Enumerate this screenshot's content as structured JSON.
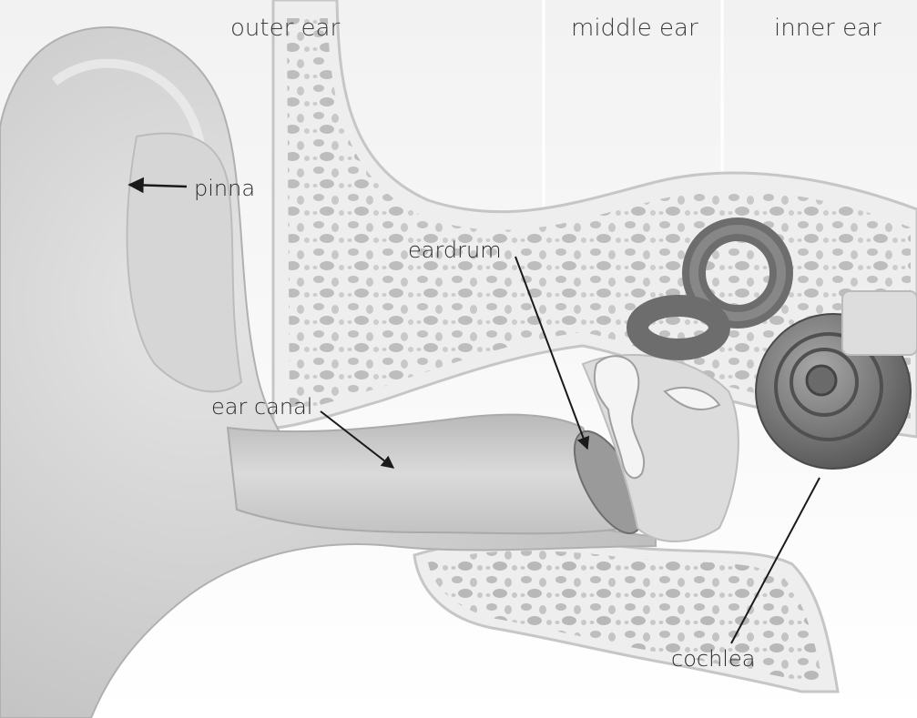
{
  "regions": {
    "outer": "outer ear",
    "middle": "middle ear",
    "inner": "inner ear"
  },
  "parts": {
    "pinna": "pinna",
    "eardrum": "eardrum",
    "ear_canal": "ear canal",
    "cochlea": "cochlea"
  },
  "colors": {
    "skin": "#cfcfcf",
    "skin_light": "#e4e4e4",
    "bone": "#ececec",
    "bone_pore": "#bdbdbd",
    "cochlea": "#7a7a7a",
    "text": "#2a2a2a"
  }
}
